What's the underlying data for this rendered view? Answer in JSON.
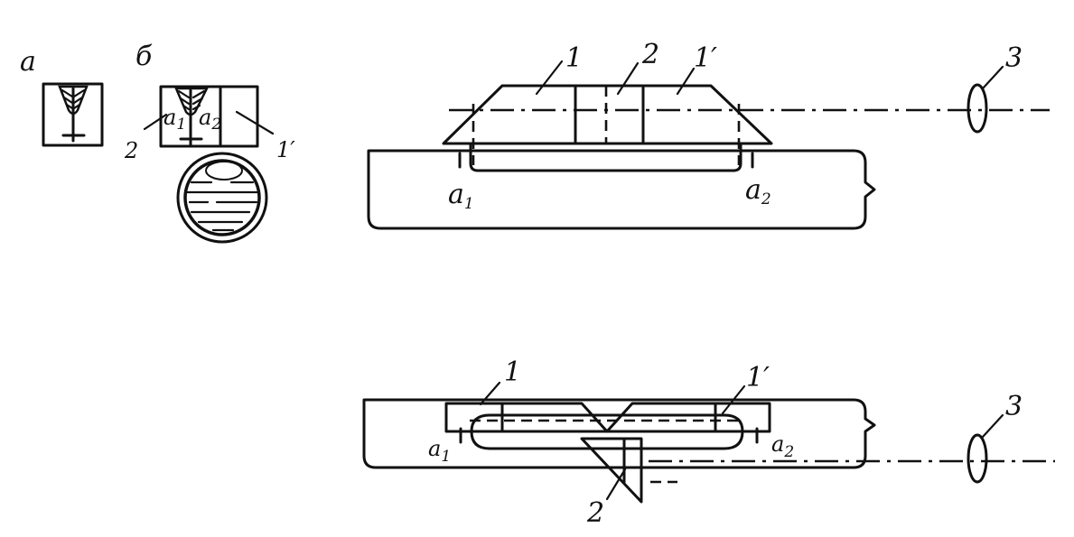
{
  "figure_a": {
    "label": "а"
  },
  "figure_b": {
    "label": "б",
    "label_2": "2",
    "label_a1": "a",
    "label_a1_sub": "1",
    "label_a2": "a",
    "label_a2_sub": "2",
    "label_1prime": "1′"
  },
  "top_view": {
    "label_1": "1",
    "label_2": "2",
    "label_1prime": "1′",
    "label_3": "3",
    "label_a1": "a",
    "label_a1_sub": "1",
    "label_a2": "a",
    "label_a2_sub": "2"
  },
  "bottom_view": {
    "label_1": "1",
    "label_1prime": "1′",
    "label_2": "2",
    "label_3": "3",
    "label_a1": "a",
    "label_a1_sub": "1",
    "label_a2": "a",
    "label_a2_sub": "2"
  }
}
